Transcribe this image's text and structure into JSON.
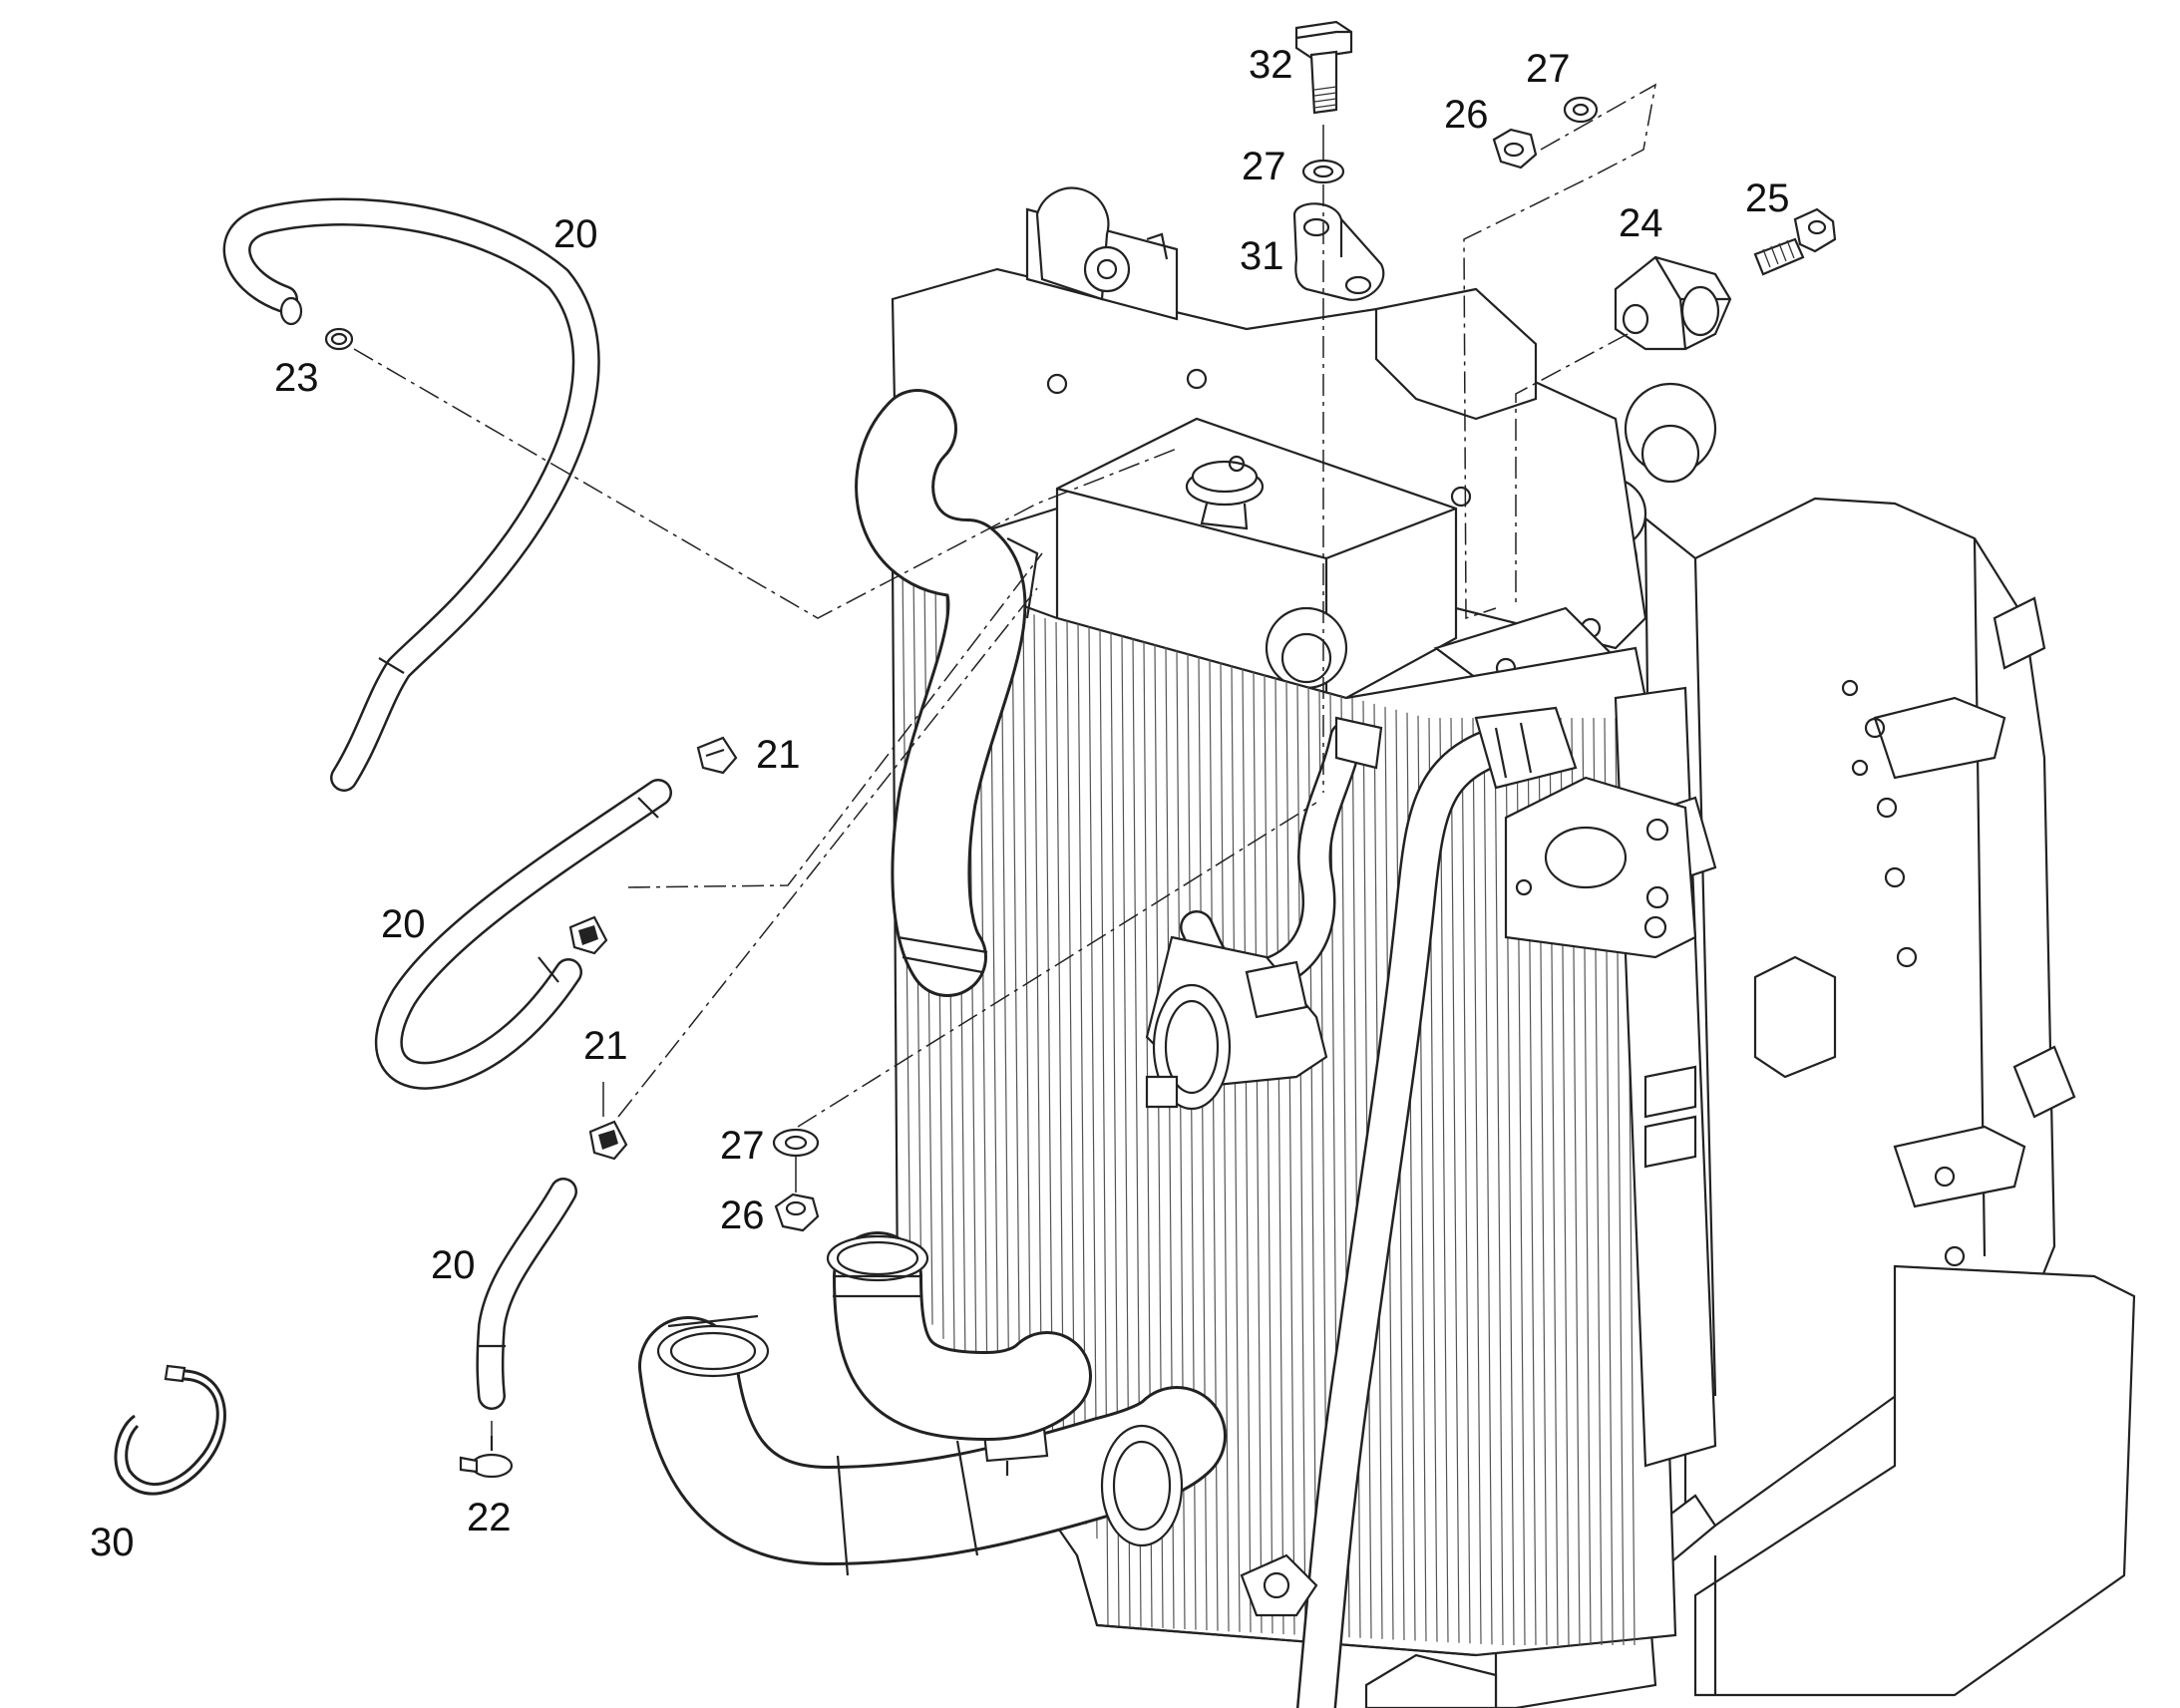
{
  "colors": {
    "line": "#222222",
    "paper": "#ffffff",
    "label": "#111111"
  },
  "callouts": [
    {
      "id": "c20a",
      "text": "20"
    },
    {
      "id": "c23",
      "text": "23"
    },
    {
      "id": "c21a",
      "text": "21"
    },
    {
      "id": "c20b",
      "text": "20"
    },
    {
      "id": "c21b",
      "text": "21"
    },
    {
      "id": "c20c",
      "text": "20"
    },
    {
      "id": "c22",
      "text": "22"
    },
    {
      "id": "c30",
      "text": "30"
    },
    {
      "id": "c27a",
      "text": "27"
    },
    {
      "id": "c26a",
      "text": "26"
    },
    {
      "id": "c32",
      "text": "32"
    },
    {
      "id": "c27b",
      "text": "27"
    },
    {
      "id": "c31",
      "text": "31"
    },
    {
      "id": "c26b",
      "text": "26"
    },
    {
      "id": "c27c",
      "text": "27"
    },
    {
      "id": "c24",
      "text": "24"
    },
    {
      "id": "c25",
      "text": "25"
    }
  ]
}
